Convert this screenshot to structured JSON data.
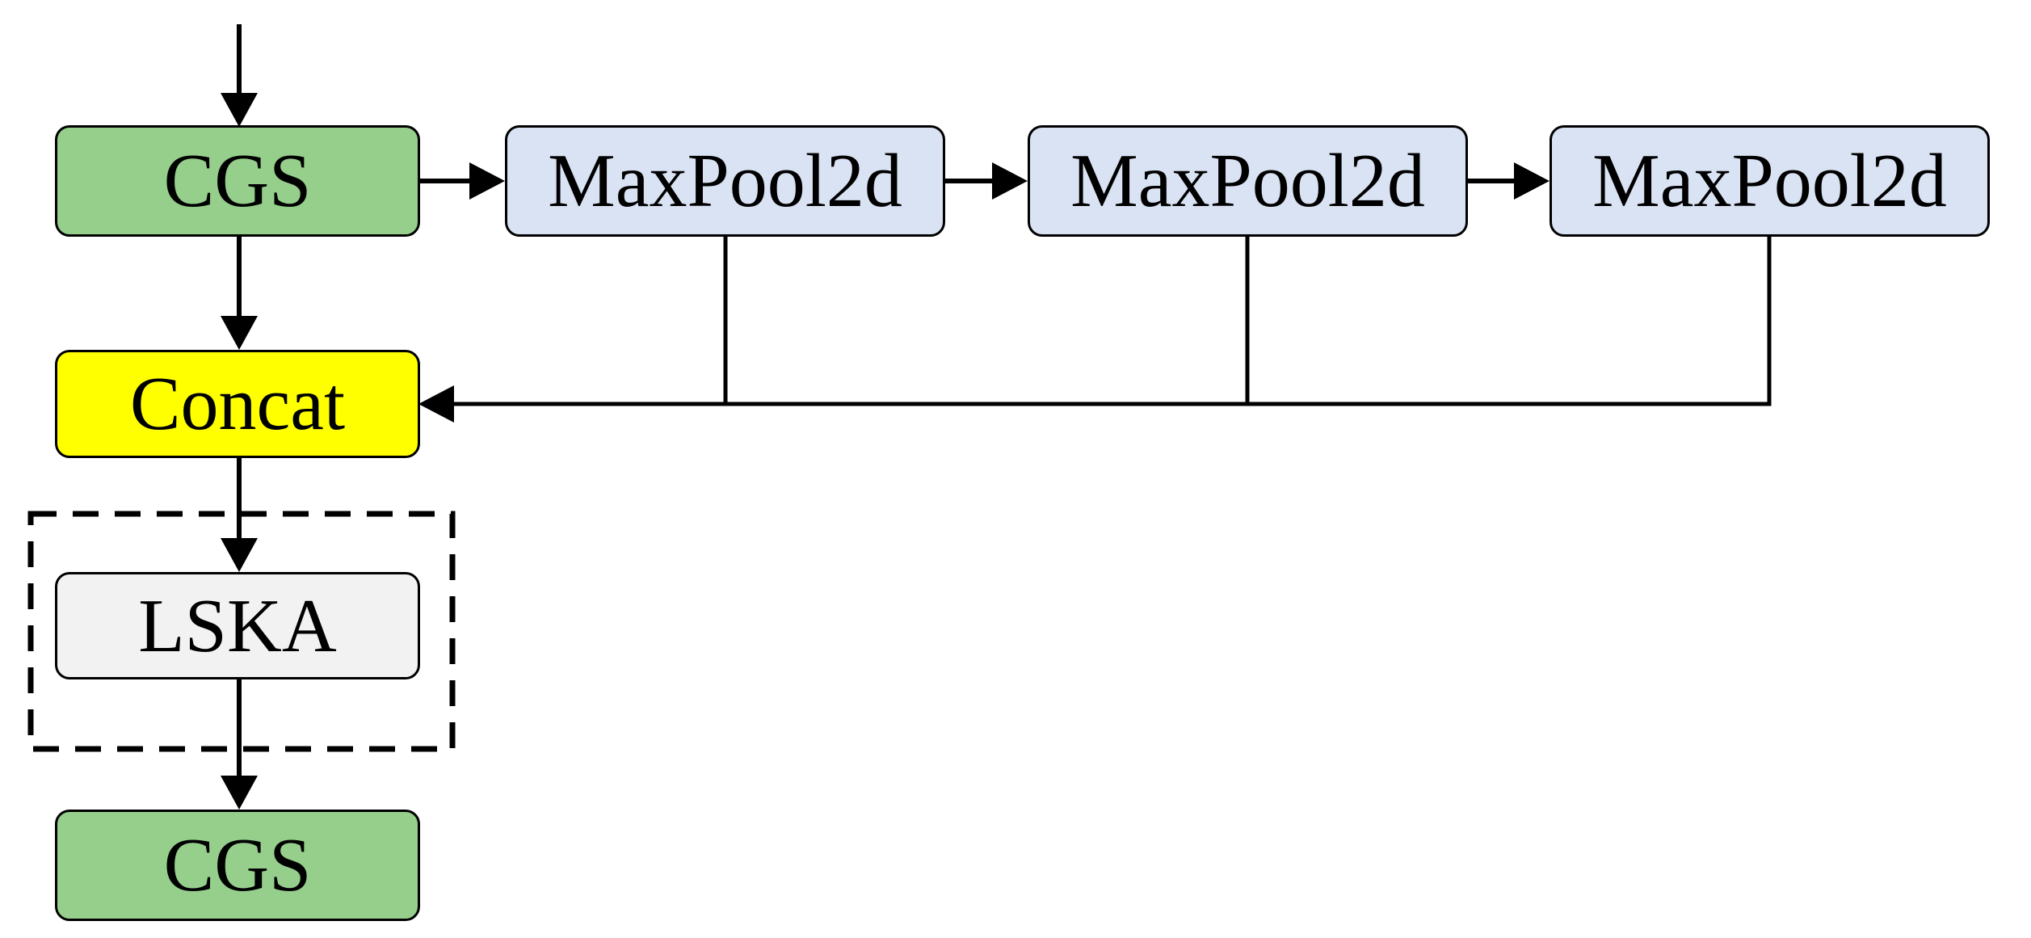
{
  "diagram": {
    "nodes": {
      "cgs_top": {
        "label": "CGS",
        "fill": "#96CE8C"
      },
      "maxpool_1": {
        "label": "MaxPool2d",
        "fill": "#DAE3F3"
      },
      "maxpool_2": {
        "label": "MaxPool2d",
        "fill": "#DAE3F3"
      },
      "maxpool_3": {
        "label": "MaxPool2d",
        "fill": "#DAE3F3"
      },
      "concat": {
        "label": "Concat",
        "fill": "#FFFF00"
      },
      "lska": {
        "label": "LSKA",
        "fill": "#F2F2F2"
      },
      "cgs_bottom": {
        "label": "CGS",
        "fill": "#96CE8C"
      }
    },
    "edges": [
      {
        "from": "input",
        "to": "cgs_top"
      },
      {
        "from": "cgs_top",
        "to": "maxpool_1"
      },
      {
        "from": "maxpool_1",
        "to": "maxpool_2"
      },
      {
        "from": "maxpool_2",
        "to": "maxpool_3"
      },
      {
        "from": "cgs_top",
        "to": "concat"
      },
      {
        "from": "maxpool_1",
        "to": "concat"
      },
      {
        "from": "maxpool_2",
        "to": "concat"
      },
      {
        "from": "maxpool_3",
        "to": "concat"
      },
      {
        "from": "concat",
        "to": "lska"
      },
      {
        "from": "lska",
        "to": "cgs_bottom"
      }
    ],
    "colors": {
      "connector": "#000000",
      "node_border": "#000000",
      "dashed_group_border": "#000000",
      "background": "#FFFFFF"
    }
  }
}
